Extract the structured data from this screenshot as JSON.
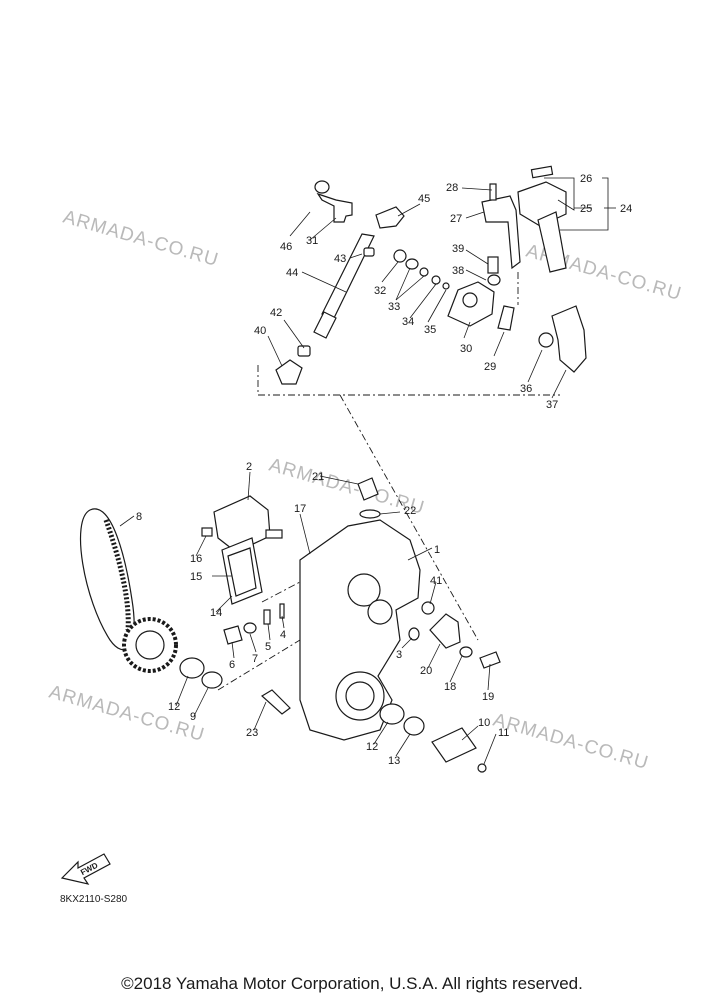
{
  "diagram": {
    "code": "8KX2110-S280",
    "fwd_label": "FWD",
    "watermark": "ARMADA-CO.RU",
    "callouts": [
      "1",
      "2",
      "3",
      "4",
      "5",
      "6",
      "7",
      "8",
      "9",
      "10",
      "11",
      "12",
      "12",
      "13",
      "14",
      "15",
      "16",
      "17",
      "18",
      "19",
      "20",
      "21",
      "22",
      "23",
      "24",
      "25",
      "26",
      "27",
      "28",
      "29",
      "30",
      "31",
      "32",
      "33",
      "34",
      "35",
      "36",
      "37",
      "38",
      "39",
      "40",
      "41",
      "42",
      "43",
      "44",
      "45",
      "46"
    ]
  },
  "footer": {
    "copyright": "©2018 Yamaha Motor Corporation, U.S.A. All rights reserved."
  }
}
